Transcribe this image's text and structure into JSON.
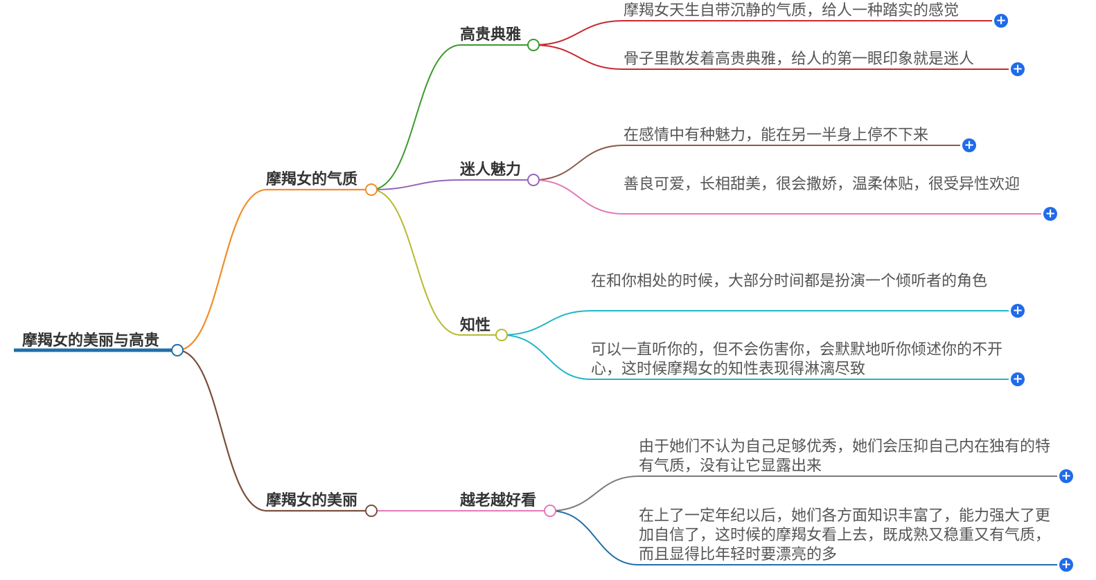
{
  "root": {
    "label": "摩羯女的美丽与高贵",
    "branches": [
      {
        "label": "摩羯女的气质",
        "children": [
          {
            "label": "高贵典雅",
            "leaves": [
              "摩羯女天生自带沉静的气质，给人一种踏实的感觉",
              "骨子里散发着高贵典雅，给人的第一眼印象就是迷人"
            ]
          },
          {
            "label": "迷人魅力",
            "leaves": [
              "在感情中有种魅力，能在另一半身上停不下来",
              "善良可爱，长相甜美，很会撒娇，温柔体贴，很受异性欢迎"
            ]
          },
          {
            "label": "知性",
            "leaves": [
              "在和你相处的时候，大部分时间都是扮演一个倾听者的角色",
              "可以一直听你的，但不会伤害你，会默默地听你倾述你的不开心，这时候摩羯女的知性表现得淋漓尽致"
            ]
          }
        ]
      },
      {
        "label": "摩羯女的美丽",
        "children": [
          {
            "label": "越老越好看",
            "leaves": [
              "由于她们不认为自己足够优秀，她们会压抑自己内在独有的特有气质，没有让它显露出来",
              "在上了一定年纪以后，她们各方面知识丰富了，能力强大了更加自信了，这时候的摩羯女看上去，既成熟又稳重又有气质，而且显得比年轻时要漂亮的多"
            ]
          }
        ]
      }
    ]
  },
  "colors": {
    "root": "#1f6fa8",
    "branch_qizhi": "#f28c28",
    "branch_meili": "#7a4e3d",
    "gaogui": "#3a9a2a",
    "meiren": "#9365b8",
    "zhixing": "#b7b92d",
    "yuelao": "#e27ab8",
    "leaf_gaogui": "#c8262e",
    "leaf_meiren_1": "#8b5a4a",
    "leaf_meiren_2": "#e27ab8",
    "leaf_zhixing": "#1fb6c9",
    "leaf_yuelao_1": "#7a7a7a",
    "leaf_yuelao_2": "#1f6fa8",
    "expand_button": "#1f6bea"
  },
  "icons": {
    "expand": "plus-circle-icon",
    "expand_glyph": "+"
  }
}
